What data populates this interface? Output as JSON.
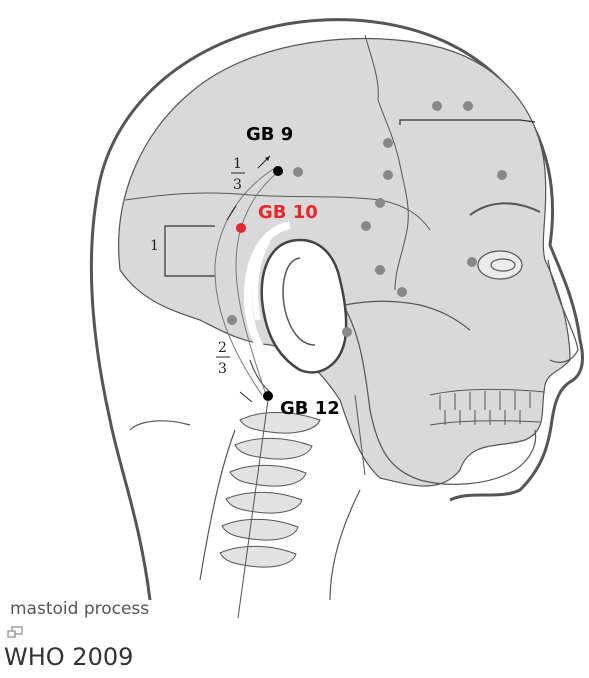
{
  "figure": {
    "labels": {
      "gb9": "GB 9",
      "gb10": "GB 10",
      "gb12": "GB 12",
      "frac_top_num": "1",
      "frac_top_den": "3",
      "frac_bottom_num": "2",
      "frac_bottom_den": "3",
      "segment_one": "1",
      "mastoid": "mastoid process"
    },
    "colors": {
      "highlight": "#e8262b",
      "point": "#000000",
      "landmark_dot": "#888888",
      "bone_fill": "#d9d9d9",
      "outline": "#555555"
    }
  },
  "enlarge_icon": "enlarge-icon",
  "caption": {
    "credit": "WHO 2009"
  }
}
